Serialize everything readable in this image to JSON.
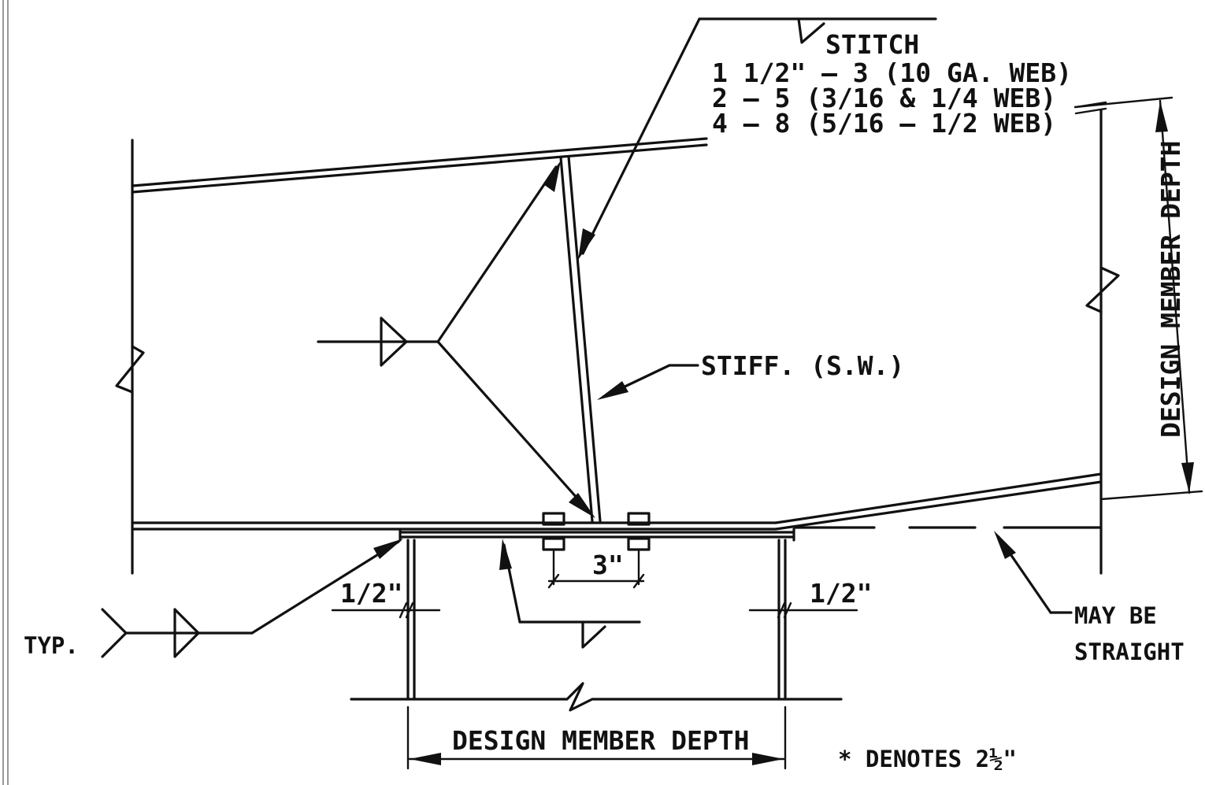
{
  "labels": {
    "stitch_title": "STITCH",
    "stitch_line1": "1  1/2\"  –  3  (10  GA.  WEB)",
    "stitch_line2": "2  –  5  (3/16  &  1/4  WEB)",
    "stitch_line3": "4  –  8  (5/16  –  1/2  WEB)",
    "stiffener": "STIFF.  (S.W.)",
    "bolt_spacing": "3\"",
    "left_dim": "1/2\"",
    "right_dim": "1/2\"",
    "typ": "TYP.",
    "may_be_line1": "MAY  BE",
    "may_be_line2": "STRAIGHT",
    "design_depth_horizontal": "DESIGN  MEMBER  DEPTH",
    "design_depth_vertical": "DESIGN  MEMBER  DEPTH",
    "denotes_note": "*  DENOTES  2½\""
  }
}
